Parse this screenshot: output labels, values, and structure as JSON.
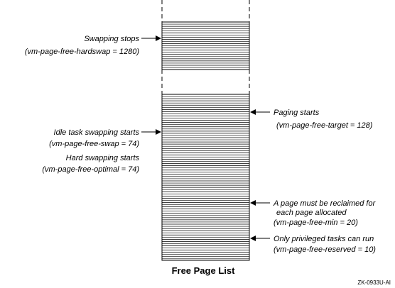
{
  "diagram": {
    "caption": "Free Page List",
    "figure_code": "ZK-0933U-AI",
    "labels": {
      "swapping_stops": "Swapping stops",
      "hardswap": "(vm-page-free-hardswap = 1280)",
      "paging_starts": "Paging starts",
      "target": "(vm-page-free-target = 128)",
      "idle_swapping": "Idle task swapping starts",
      "swap": "(vm-page-free-swap = 74)",
      "hard_swapping": "Hard swapping starts",
      "optimal": "(vm-page-free-optimal = 74)",
      "reclaim_1": "A page must be reclaimed for",
      "reclaim_2": "each page allocated",
      "min": "(vm-page-free-min = 20)",
      "privileged": "Only privileged tasks can run",
      "reserved": "(vm-page-free-reserved = 10)"
    }
  }
}
